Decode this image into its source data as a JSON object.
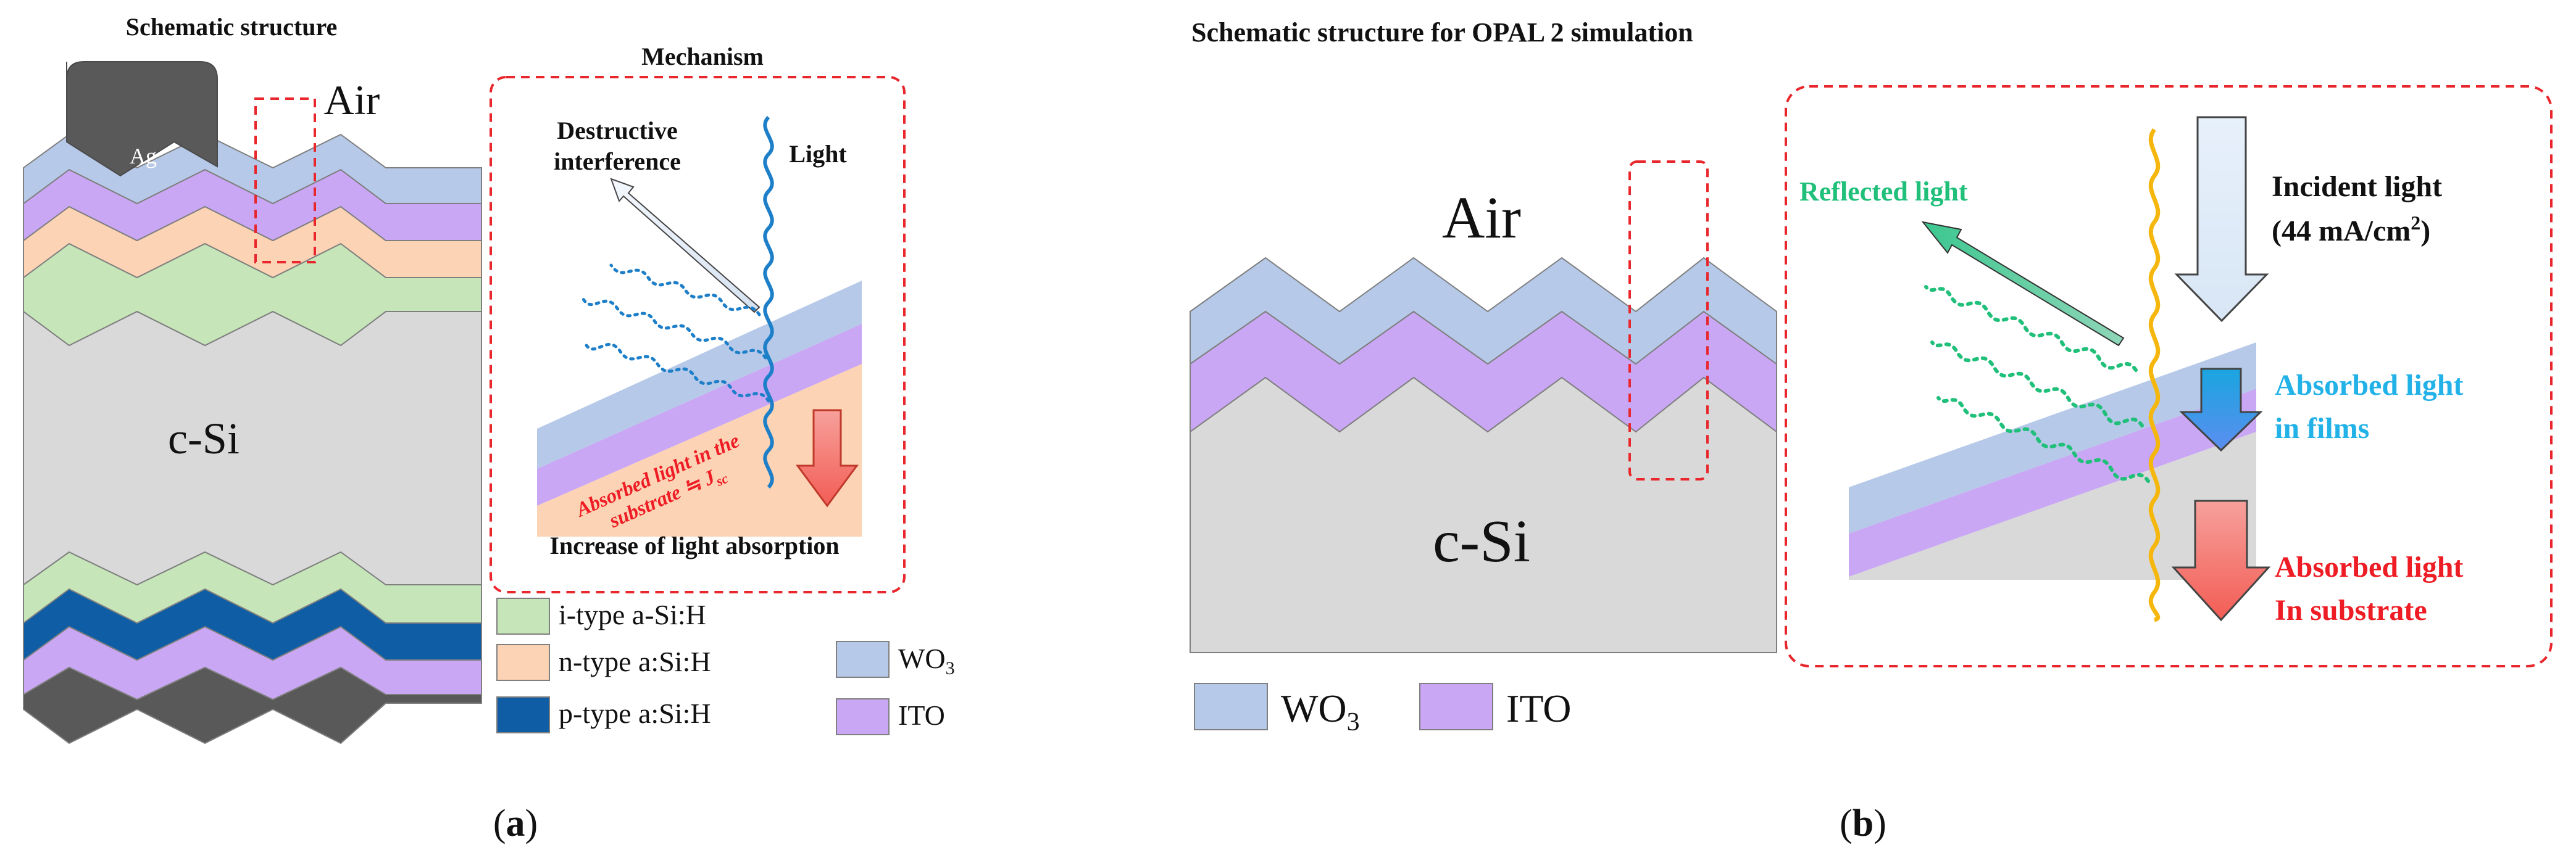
{
  "panel_a": {
    "title": "Schematic structure",
    "electrode_label": "Ag",
    "air_label": "Air",
    "bulk_label": "c-Si",
    "mechanism": {
      "title": "Mechanism",
      "destructive_line1": "Destructive",
      "destructive_line2": "interference",
      "light_label": "Light",
      "absorbed_line1": "Absorbed light in the",
      "absorbed_line2": "substrate ≒ J",
      "absorbed_sub": "sc",
      "increase_label": "Increase of light absorption"
    },
    "legend": [
      {
        "label": "i-type a-Si:H",
        "color": "#c6e6b9"
      },
      {
        "label": "n-type a:Si:H",
        "color": "#fcd3b4"
      },
      {
        "label": "p-type a:Si:H",
        "color": "#0f5ea5"
      }
    ],
    "legend_right": [
      {
        "label": "WO",
        "sub": "3",
        "color": "#b6c9e8"
      },
      {
        "label": "ITO",
        "sub": "",
        "color": "#c9a7f4"
      }
    ],
    "caption_open": "(",
    "caption_letter": "a",
    "caption_close": ")"
  },
  "panel_b": {
    "title": "Schematic structure for OPAL 2 simulation",
    "air_label": "Air",
    "bulk_label": "c-Si",
    "reflected_label": "Reflected light",
    "incident_line1": "Incident light",
    "incident_line2_pre": "(44 mA/cm",
    "incident_line2_sup": "2",
    "incident_line2_post": ")",
    "absorbed_films_line1": "Absorbed light",
    "absorbed_films_line2": "in films",
    "absorbed_sub_line1": "Absorbed light",
    "absorbed_sub_line2": "In substrate",
    "legend": [
      {
        "label": "WO",
        "sub": "3",
        "color": "#b6c9e8"
      },
      {
        "label": "ITO",
        "sub": "",
        "color": "#c9a7f4"
      }
    ],
    "caption_open": "(",
    "caption_letter": "b",
    "caption_close": ")"
  },
  "colors": {
    "wo3": "#b6c9e8",
    "ito": "#c9a7f4",
    "i_type": "#c6e6b9",
    "n_type": "#fcd3b4",
    "p_type": "#0f5ea5",
    "csi": "#d9d9d9",
    "ag": "#595959",
    "bottom_contact": "#595959",
    "dashed_red": "#e8262c",
    "light_blue_wave": "#1e7fc9",
    "light_yellow_wave": "#f5b70d",
    "reflect_green": "#20c07a",
    "films_cyan": "#22b2e8",
    "substrate_red": "#ee1c24"
  }
}
